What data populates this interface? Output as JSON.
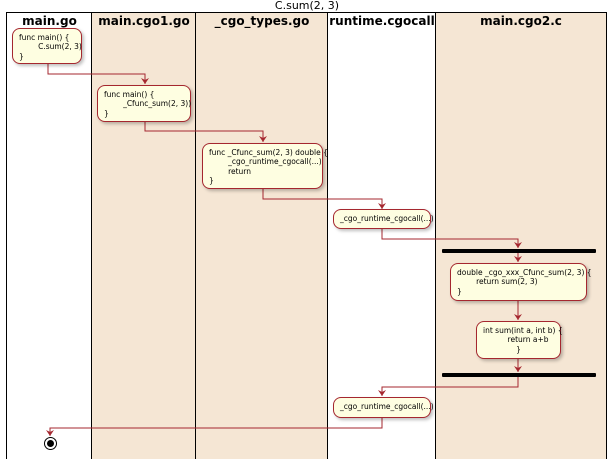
{
  "title": "C.sum(2, 3)",
  "lanes": [
    {
      "name": "main.go"
    },
    {
      "name": "main.cgo1.go"
    },
    {
      "name": "_cgo_types.go"
    },
    {
      "name": "runtime.cgocall"
    },
    {
      "name": "main.cgo2.c"
    }
  ],
  "nodes": {
    "main_go": "func main() {\n        C.sum(2, 3)\n}",
    "main_cgo1": "func main() {\n        _Cfunc_sum(2, 3))\n}",
    "cgo_types": "func _Cfunc_sum(2, 3) double {\n        _cgo_runtime_cgocall(...)\n        return\n}",
    "cgocall_1": "_cgo_runtime_cgocall(...)",
    "cgo2_func": "double _cgo_xxx_Cfunc_sum(2, 3) {\n        return sum(2, 3)\n}",
    "cgo2_sum": "int sum(int a, int b) {\n        return a+b\n}",
    "cgocall_2": "_cgo_runtime_cgocall(...)"
  },
  "colors": {
    "tan": "#f5e6d4",
    "node_fill": "#fefee1",
    "node_border": "#a5272f",
    "arrow": "#a5272f"
  }
}
